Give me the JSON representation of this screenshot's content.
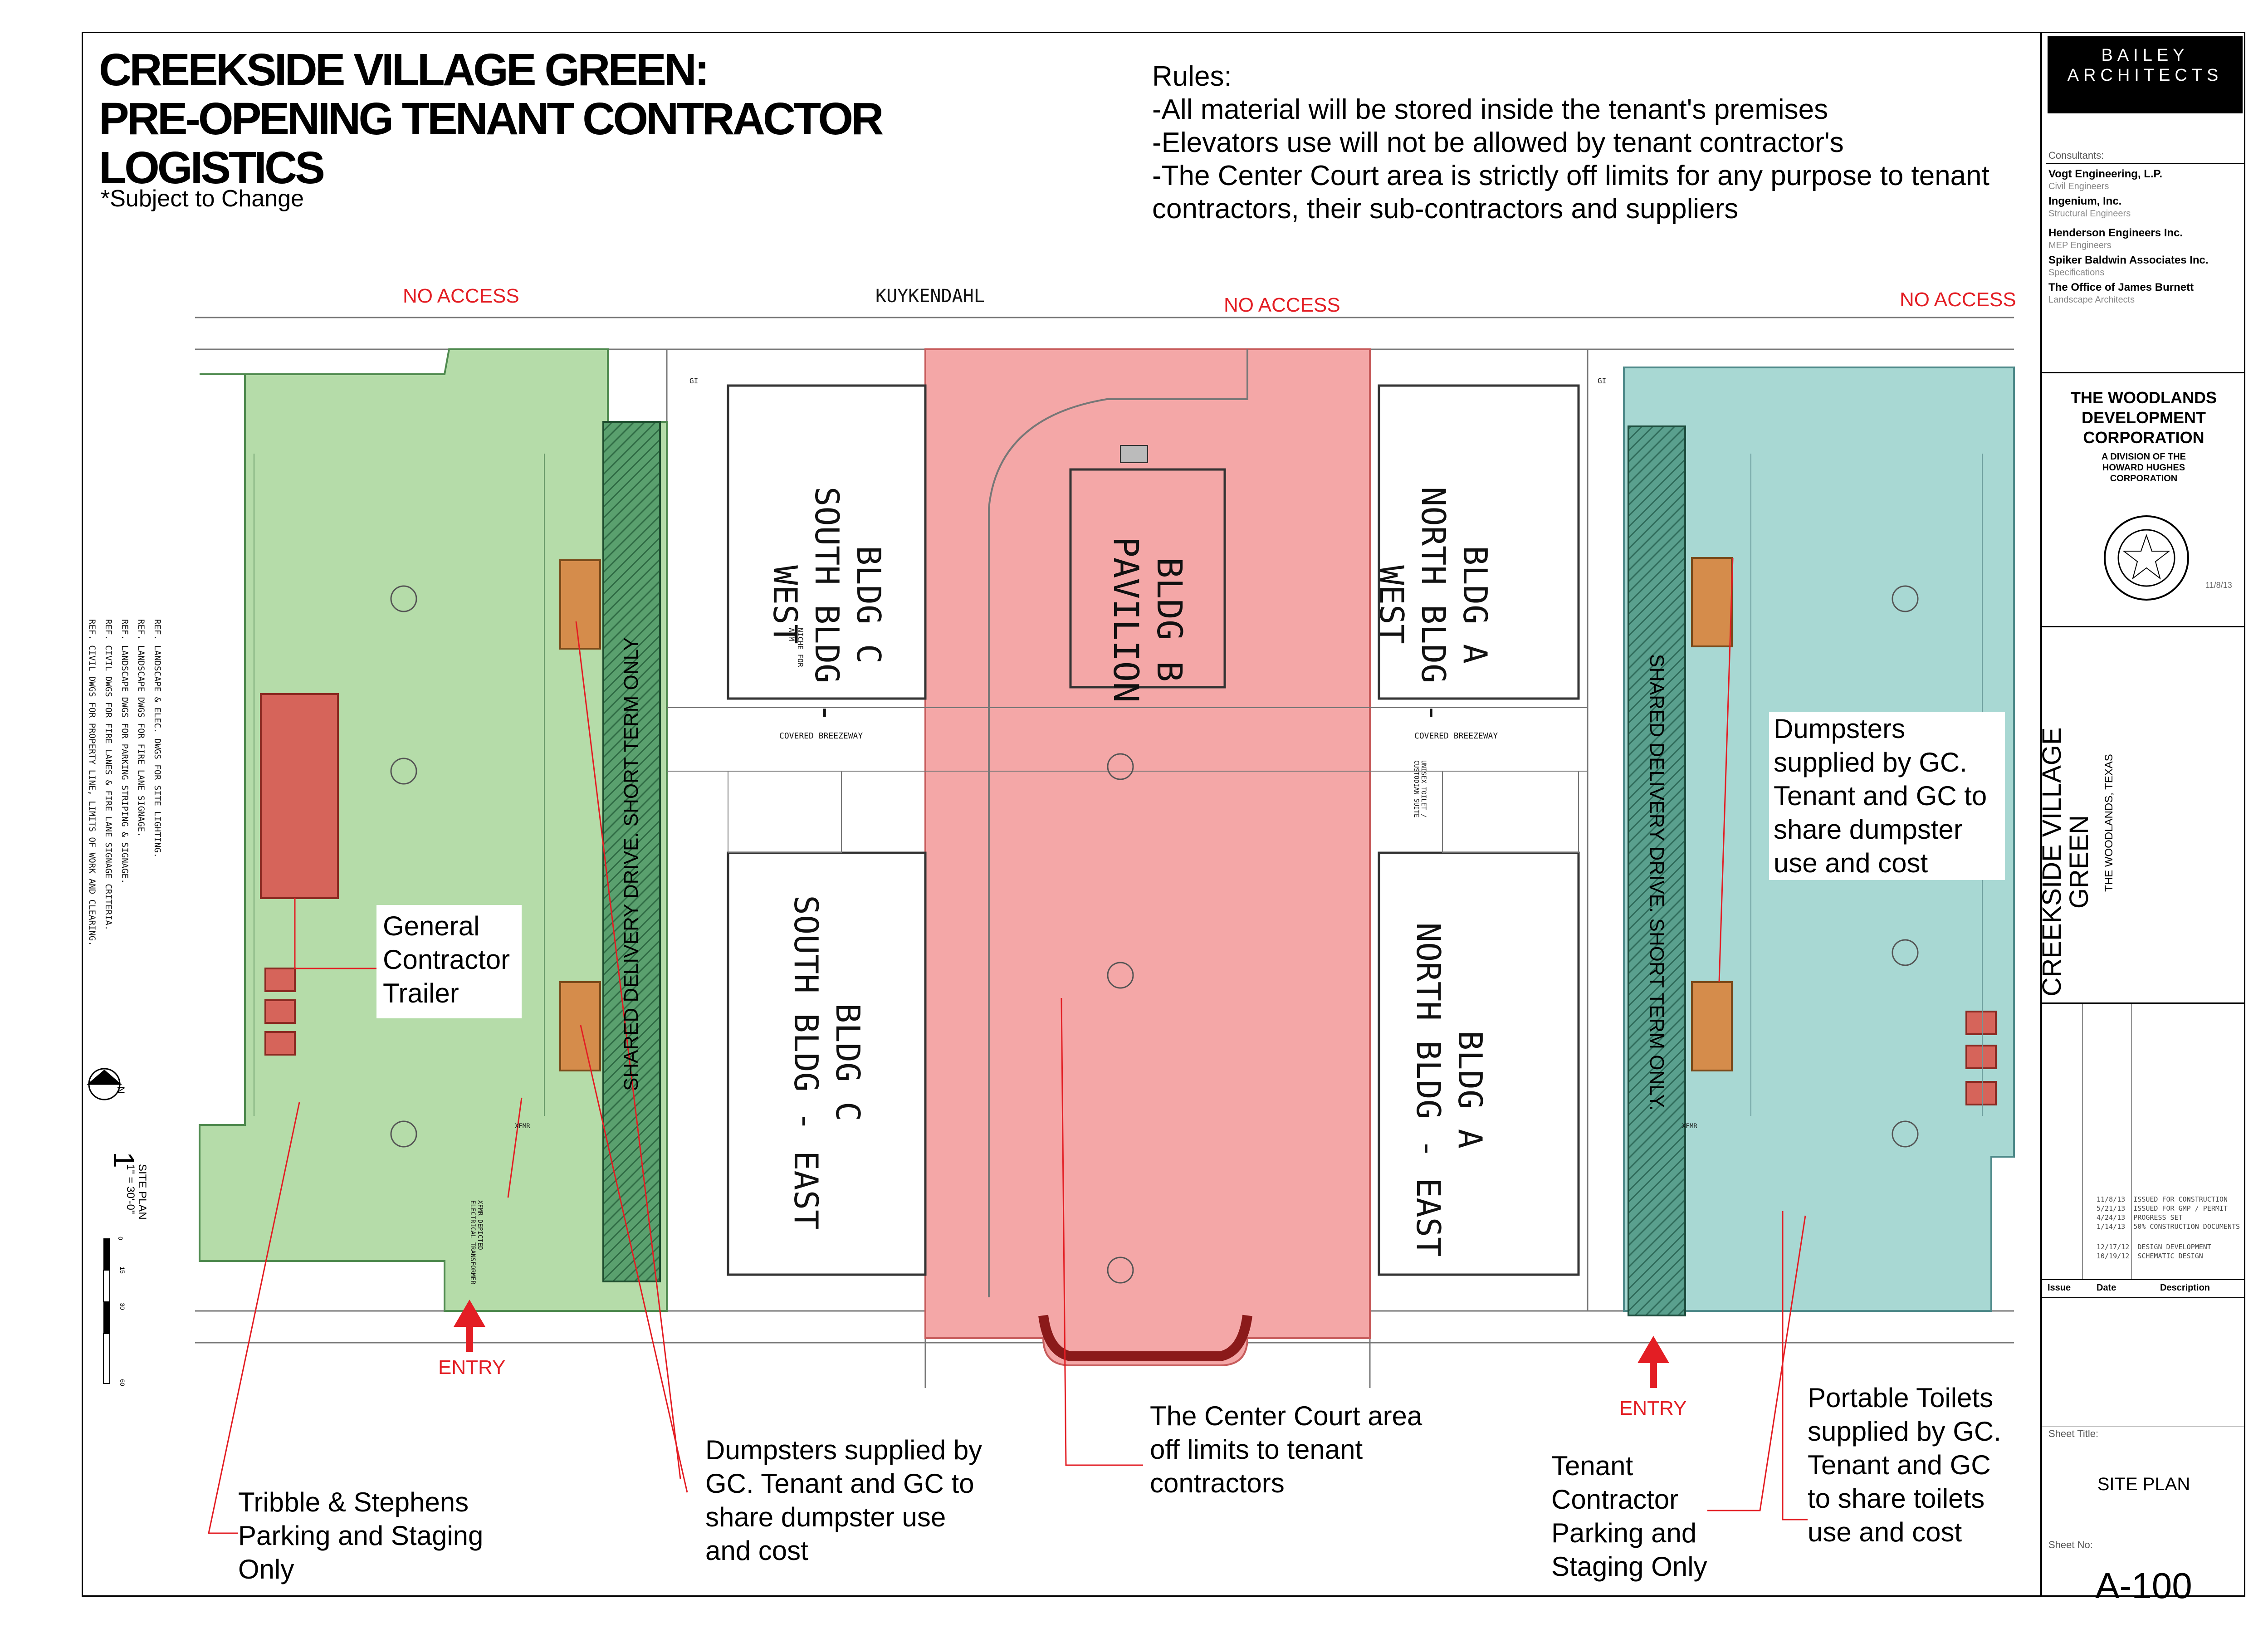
{
  "header": {
    "title_lines": [
      "CREEKSIDE VILLAGE GREEN:",
      "PRE-OPENING TENANT CONTRACTOR",
      "LOGISTICS"
    ],
    "subtitle": "*Subject to Change"
  },
  "rules": {
    "heading": "Rules:",
    "items": [
      "-All material will be stored inside the tenant's premises",
      "-Elevators use will not be allowed by tenant contractor's",
      "-The Center Court area is strictly off limits for any purpose to tenant",
      "contractors, their sub-contractors and suppliers"
    ]
  },
  "plan": {
    "street": "KUYKENDAHL",
    "no_access": "NO ACCESS",
    "entry": "ENTRY",
    "shared_delivery_left": "SHARED DELIVERY DRIVE. SHORT TERM ONLY",
    "shared_delivery_right": "SHARED DELIVERY DRIVE. SHORT TERM ONLY.",
    "buildings": {
      "c_west": [
        "BLDG C",
        "SOUTH BLDG - WEST"
      ],
      "c_east": [
        "BLDG C",
        "SOUTH BLDG - EAST"
      ],
      "b": [
        "BLDG B",
        "PAVILION"
      ],
      "a_west": [
        "BLDG A",
        "NORTH BLDG - WEST"
      ],
      "a_east": [
        "BLDG A",
        "NORTH BLDG - EAST"
      ]
    },
    "breezeway": "COVERED BREEZEWAY",
    "niche": "NICHE FOR ATM",
    "toilet_note": "UNISEX TOILET / CUSTODIAN SUITE",
    "xfmr": "XFMR",
    "transformer_note": "XFMR DEPICTED ELECTRICAL TRANSFORMER",
    "gi": "GI",
    "notes": [
      "REF. CIVIL DWGS FOR PROPERTY LINE, LIMITS OF WORK AND CLEARING.",
      "REF. CIVIL DWGS FOR FIRE LANES & FIRE LANE SIGNAGE CRITERIA.",
      "REF. LANDSCAPE DWGS FOR PARKING STRIPING & SIGNAGE.",
      "REF. LANDSCAPE DWGS FOR FIRE LANE SIGNAGE.",
      "REF. LANDSCAPE & ELEC. DWGS FOR SITE LIGHTING."
    ],
    "site_plan_num": "1",
    "site_plan_label": "SITE PLAN",
    "scale": "1\" = 30'-0\"",
    "north": "N",
    "scale_ticks": [
      "0",
      "15",
      "30",
      "60"
    ]
  },
  "callouts": {
    "gc_trailer": [
      "General",
      "Contractor",
      "Trailer"
    ],
    "dumpsters_left": [
      "Dumpsters supplied by",
      "GC. Tenant and GC to",
      "share dumpster use",
      "and cost"
    ],
    "dumpsters_right": [
      "Dumpsters",
      "supplied by GC.",
      "Tenant and GC to",
      "share dumpster",
      "use and cost"
    ],
    "tribble": [
      "Tribble & Stephens",
      "Parking and Staging",
      "Only"
    ],
    "center_court": [
      "The Center Court area",
      "off limits to tenant",
      "contractors"
    ],
    "tenant_parking": [
      "Tenant",
      "Contractor",
      "Parking and",
      "Staging Only"
    ],
    "toilets": [
      "Portable Toilets",
      "supplied by GC.",
      "Tenant and GC",
      "to share toilets",
      "use and cost"
    ]
  },
  "title_block": {
    "firm": [
      "BAILEY",
      "ARCHITECTS"
    ],
    "consultants_label": "Consultants:",
    "consultants": [
      {
        "name": "Vogt Engineering, L.P.",
        "role": "Civil Engineers"
      },
      {
        "name": "Ingenium, Inc.",
        "role": "Structural Engineers"
      },
      {
        "name": "Henderson Engineers Inc.",
        "role": "MEP Engineers"
      },
      {
        "name": "Spiker Baldwin Associates Inc.",
        "role": "Specifications"
      },
      {
        "name": "The Office of James Burnett",
        "role": "Landscape Architects"
      }
    ],
    "client": [
      "THE WOODLANDS",
      "DEVELOPMENT",
      "CORPORATION"
    ],
    "client_sub": [
      "A DIVISION OF THE",
      "HOWARD HUGHES",
      "CORPORATION"
    ],
    "seal_date": "11/8/13",
    "project": "CREEKSIDE VILLAGE GREEN",
    "project_sub": "THE WOODLANDS, TEXAS",
    "issues": [
      {
        "date": "11/8/13",
        "desc": "ISSUED FOR CONSTRUCTION"
      },
      {
        "date": "5/21/13",
        "desc": "ISSUED FOR GMP / PERMIT"
      },
      {
        "date": "4/24/13",
        "desc": "PROGRESS SET"
      },
      {
        "date": "1/14/13",
        "desc": "50% CONSTRUCTION DOCUMENTS"
      },
      {
        "date": "12/17/12",
        "desc": "DESIGN DEVELOPMENT"
      },
      {
        "date": "10/19/12",
        "desc": "SCHEMATIC DESIGN"
      }
    ],
    "issue_headers": [
      "Issue",
      "Date",
      "Description"
    ],
    "sheet_title_label": "Sheet Title:",
    "sheet_title": "SITE PLAN",
    "sheet_no_label": "Sheet No:",
    "sheet_no": "A-100"
  }
}
